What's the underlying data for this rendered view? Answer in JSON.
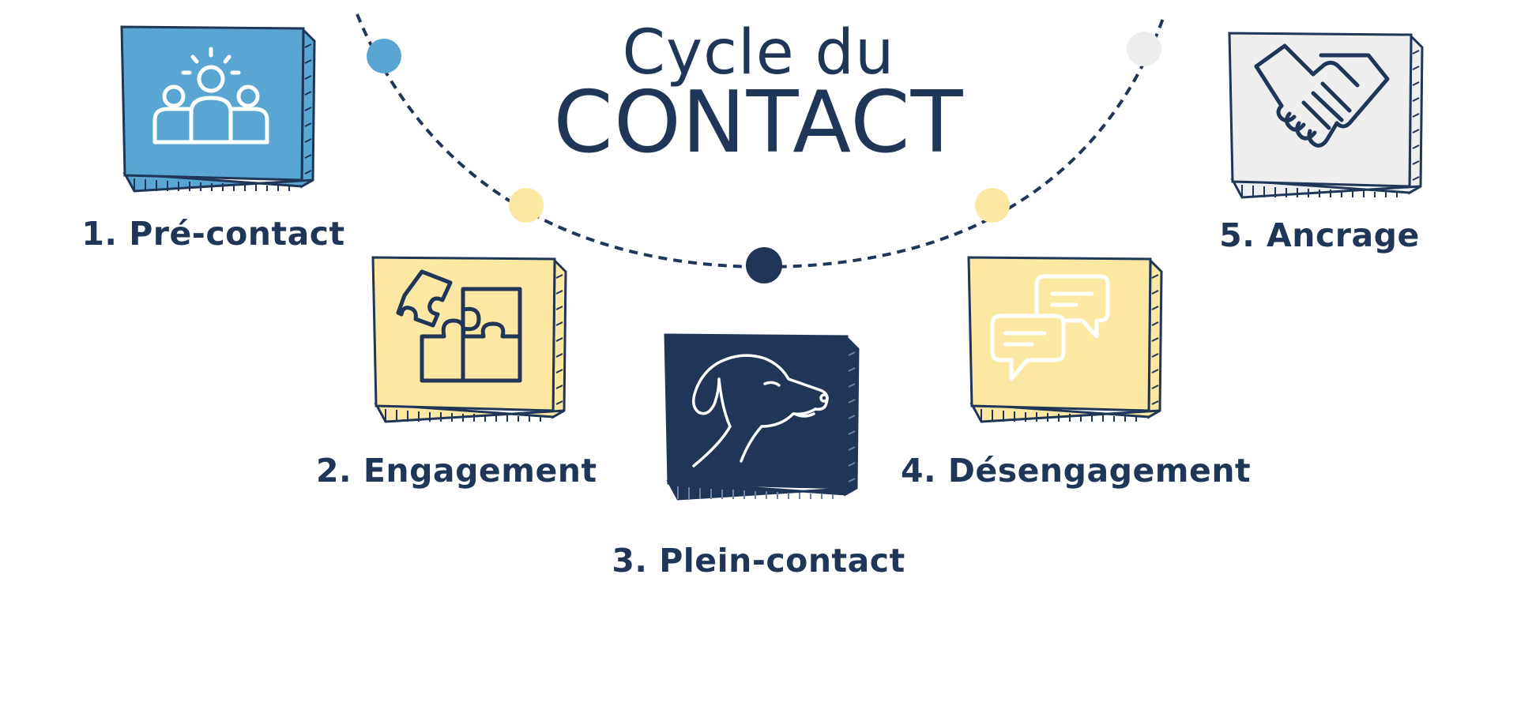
{
  "title": {
    "line1": "Cycle du",
    "line2": "CONTACT"
  },
  "steps": [
    {
      "label": "1. Pré-contact",
      "icon": "people-group-icon",
      "color": "#5aa6d3"
    },
    {
      "label": "2. Engagement",
      "icon": "puzzle-icon",
      "color": "#fce7a3"
    },
    {
      "label": "3. Plein-contact",
      "icon": "dog-head-icon",
      "color": "#1f3658"
    },
    {
      "label": "4. Désengagement",
      "icon": "chat-bubbles-icon",
      "color": "#fce7a3"
    },
    {
      "label": "5. Ancrage",
      "icon": "handshake-icon",
      "color": "#eeeeee"
    }
  ],
  "colors": {
    "navy": "#1f3658",
    "blue": "#5aa6d3",
    "yellow": "#fce7a3",
    "grey": "#eeeeee"
  }
}
